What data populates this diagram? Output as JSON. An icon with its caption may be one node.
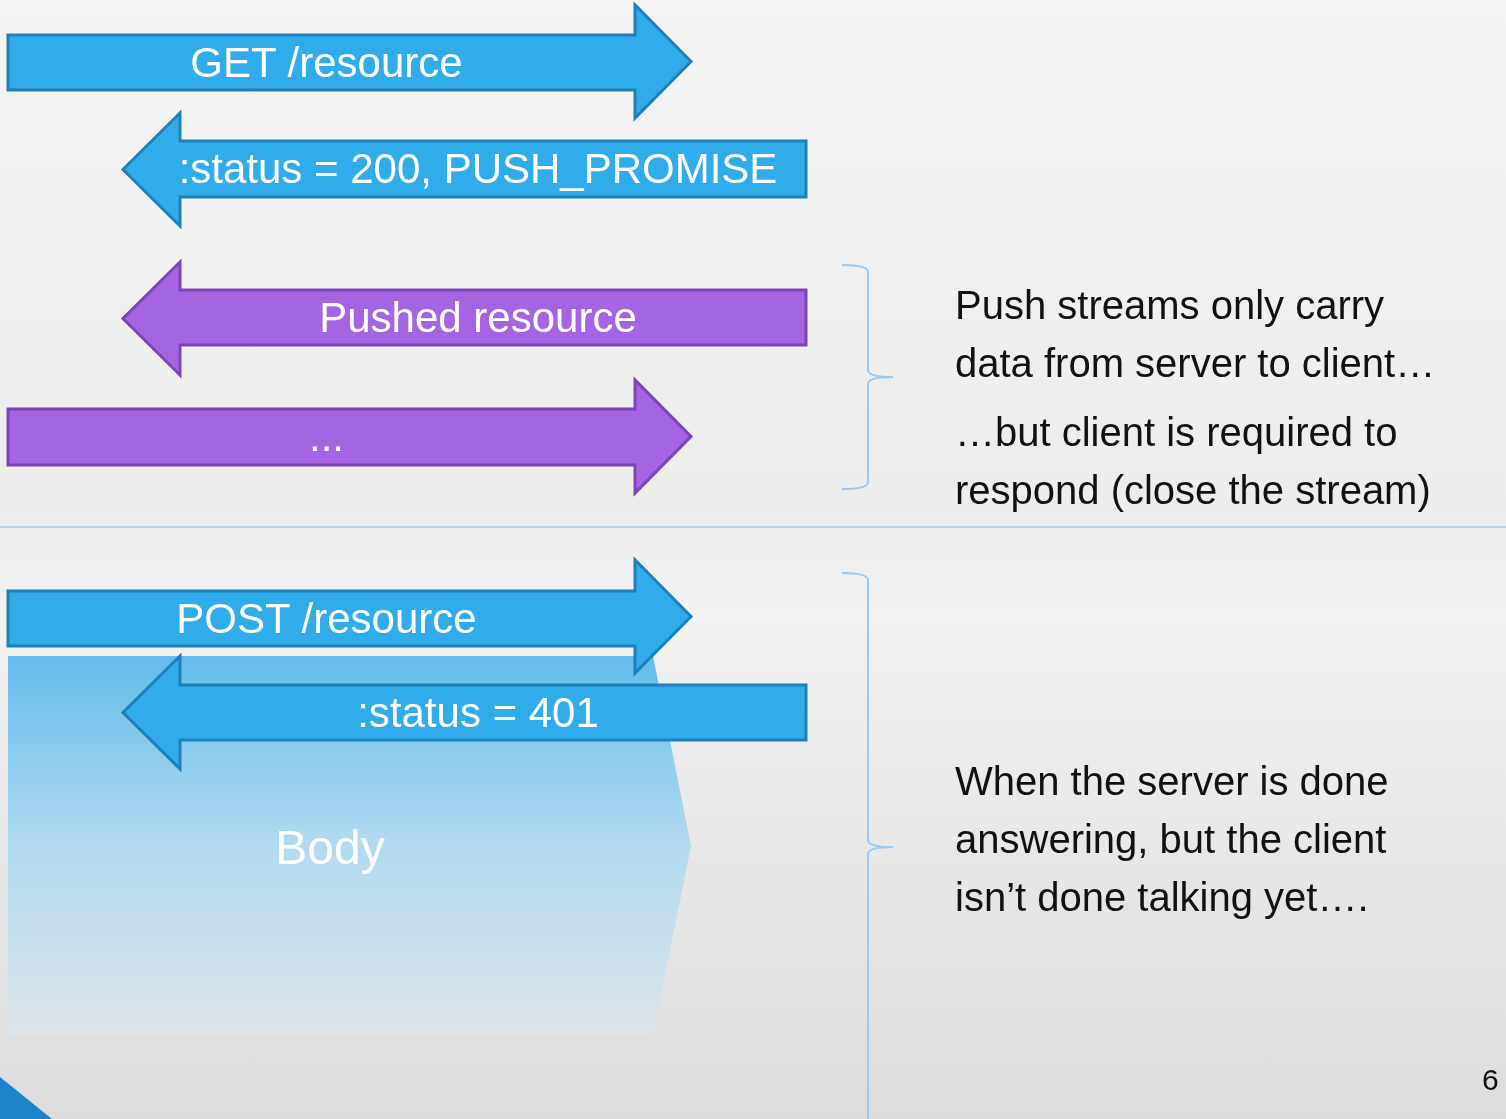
{
  "diagram": {
    "nodes": [
      {
        "text": [
          "GET /resource"
        ]
      },
      {
        "text": [
          ":status = 200, PUSH_PROMISE"
        ]
      },
      {
        "text": [
          "Pushed resource"
        ]
      },
      {
        "text": [
          "..."
        ]
      },
      {
        "text": [
          "POST /resource"
        ]
      },
      {
        "text": [
          ":status = 401"
        ]
      },
      {
        "text": [
          "Body"
        ]
      }
    ],
    "labels": [
      "Push streams only carry data from server to client…",
      "…but client is required to respond (close the stream)",
      "When the server is done answering, but the client isn’t done talking yet….",
      "6"
    ]
  }
}
